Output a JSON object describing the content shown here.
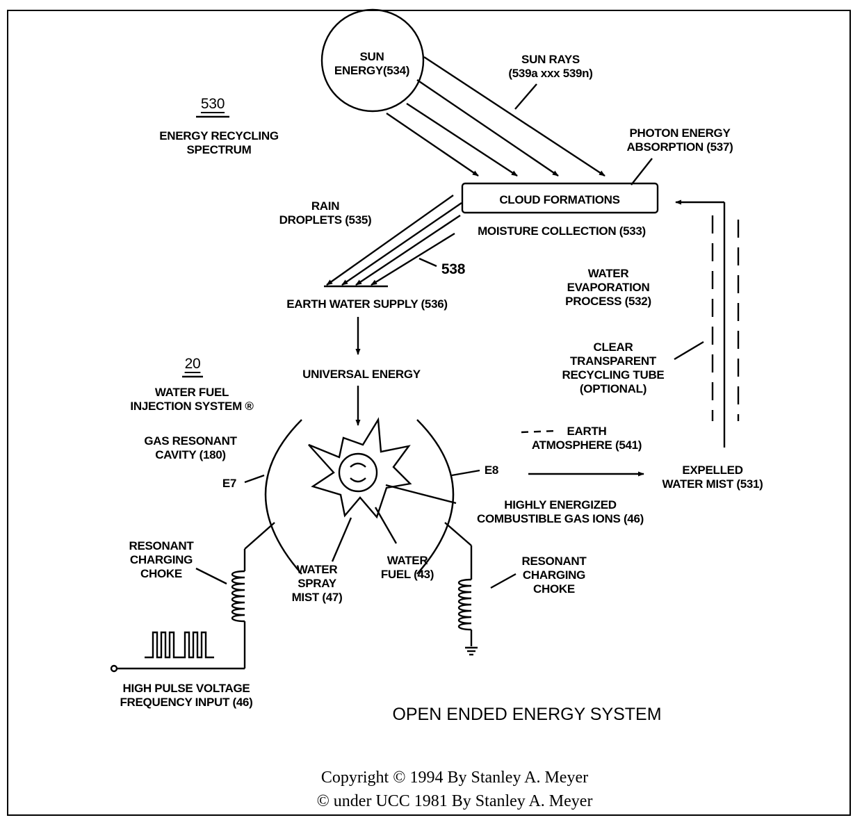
{
  "labels": {
    "sun_energy": [
      "SUN",
      "ENERGY(534)"
    ],
    "sun_rays": [
      "SUN RAYS",
      "(539a xxx 539n)"
    ],
    "ref_530": "530",
    "energy_recycling": [
      "ENERGY RECYCLING",
      "SPECTRUM"
    ],
    "photon_absorption": [
      "PHOTON ENERGY",
      "ABSORPTION (537)"
    ],
    "cloud_formations": "CLOUD  FORMATIONS",
    "rain_droplets": [
      "RAIN",
      "DROPLETS (535)"
    ],
    "moisture_collection": "MOISTURE COLLECTION (533)",
    "ref_538": "538",
    "earth_water_supply": "EARTH WATER SUPPLY (536)",
    "water_evaporation": [
      "WATER",
      "EVAPORATION",
      "PROCESS (532)"
    ],
    "clear_tube": [
      "CLEAR",
      "TRANSPARENT",
      "RECYCLING TUBE",
      "(OPTIONAL)"
    ],
    "ref_20": "20",
    "water_fuel_injection": [
      "WATER FUEL",
      "INJECTION SYSTEM ®"
    ],
    "universal_energy": "UNIVERSAL ENERGY",
    "gas_resonant_cavity": [
      "GAS RESONANT",
      "CAVITY (180)"
    ],
    "earth_atmosphere": [
      "EARTH",
      "ATMOSPHERE (541)"
    ],
    "e7": "E7",
    "e8": "E8",
    "expelled_water_mist": [
      "EXPELLED",
      "WATER MIST (531)"
    ],
    "energized_ions": [
      "HIGHLY ENERGIZED",
      "COMBUSTIBLE GAS IONS (46)"
    ],
    "choke_left": [
      "RESONANT",
      "CHARGING",
      "CHOKE"
    ],
    "water_spray_mist": [
      "WATER",
      "SPRAY",
      "MIST (47)"
    ],
    "water_fuel": [
      "WATER",
      "FUEL (43)"
    ],
    "choke_right": [
      "RESONANT",
      "CHARGING",
      "CHOKE"
    ],
    "pulse_input": [
      "HIGH PULSE VOLTAGE",
      "FREQUENCY INPUT (46)"
    ]
  },
  "title": "OPEN ENDED ENERGY SYSTEM",
  "copyright": [
    "Copyright © 1994 By Stanley A. Meyer",
    "© under UCC 1981 By Stanley A. Meyer"
  ]
}
